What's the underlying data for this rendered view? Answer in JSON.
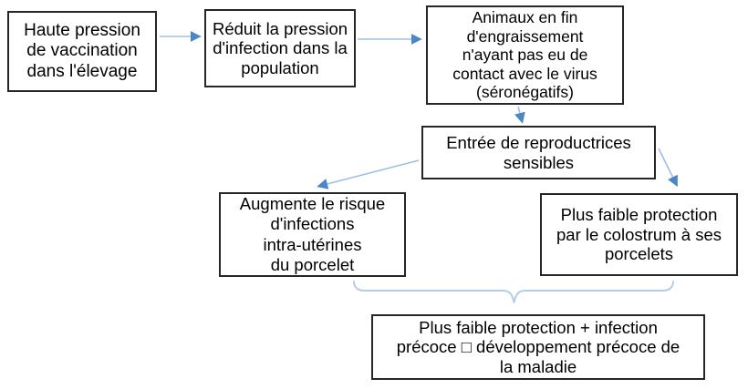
{
  "colors": {
    "background": "#ffffff",
    "box_fill": "#ffffff",
    "box_border": "#262626",
    "text": "#000000",
    "arrow_line": "#9dbfe4",
    "arrow_head": "#4a86c8",
    "brace": "#b7cce4"
  },
  "boxes": [
    {
      "name": "haute-pression-vaccination",
      "lines": [
        "Haute pression",
        "de vaccination",
        "dans l'élevage"
      ]
    },
    {
      "name": "reduit-pression-infection",
      "lines": [
        "Réduit la pression",
        "d'infection dans la",
        "population"
      ]
    },
    {
      "name": "animaux-fin-engraissement",
      "lines": [
        "Animaux en fin",
        "d'engraissement",
        "n'ayant pas eu de",
        "contact avec le virus",
        "(séronégatifs)"
      ]
    },
    {
      "name": "entree-reproductrices",
      "lines": [
        "Entrée de reproductrices",
        "sensibles"
      ]
    },
    {
      "name": "augmente-risque-infections",
      "lines": [
        "Augmente le risque",
        "d'infections",
        "intra-utérines",
        "du porcelet"
      ]
    },
    {
      "name": "faible-protection-colostrum",
      "lines": [
        "Plus faible protection",
        "par le colostrum à ses",
        "porcelets"
      ]
    },
    {
      "name": "conclusion-maladie",
      "lines": [
        "Plus faible protection + infection",
        "précoce □ développement précoce de",
        "la maladie"
      ]
    }
  ]
}
